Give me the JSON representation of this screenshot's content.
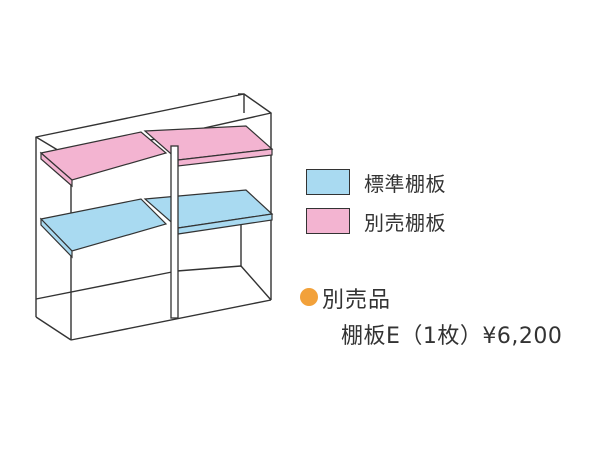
{
  "colors": {
    "standard_shelf": "#a9daf1",
    "optional_shelf": "#f3b4d1",
    "outline": "#333333",
    "bullet": "#f2a13a"
  },
  "legend": [
    {
      "label": "標準棚板"
    },
    {
      "label": "別売棚板"
    }
  ],
  "note": {
    "title": "別売品",
    "detail": "棚板E（1枚）¥6,200"
  }
}
